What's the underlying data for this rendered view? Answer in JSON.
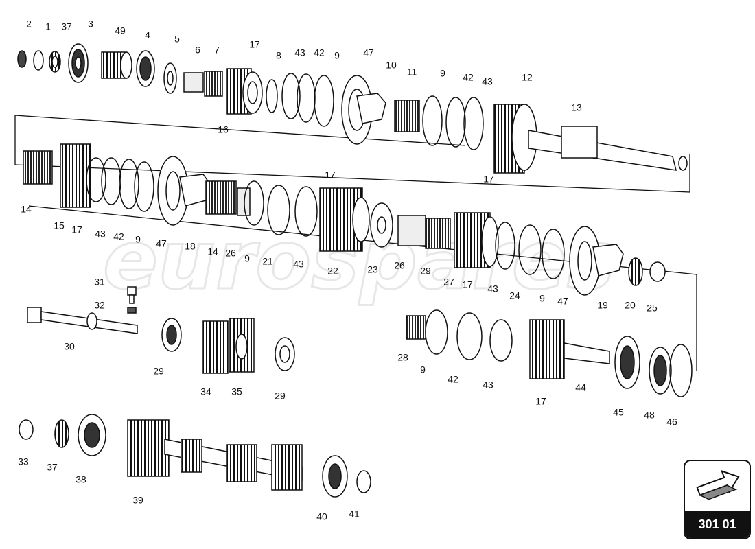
{
  "diagram": {
    "watermark": "eurospares",
    "reference": "301 01",
    "callouts": [
      "2",
      "1",
      "37",
      "3",
      "49",
      "4",
      "5",
      "6",
      "7",
      "17",
      "8",
      "43",
      "42",
      "9",
      "47",
      "10",
      "11",
      "9",
      "42",
      "43",
      "12",
      "13",
      "16",
      "17",
      "14",
      "15",
      "17",
      "43",
      "42",
      "9",
      "47",
      "18",
      "14",
      "26",
      "9",
      "21",
      "43",
      "17",
      "22",
      "23",
      "26",
      "29",
      "27",
      "17",
      "43",
      "24",
      "9",
      "47",
      "19",
      "20",
      "25",
      "31",
      "32",
      "30",
      "29",
      "34",
      "35",
      "29",
      "28",
      "9",
      "42",
      "43",
      "17",
      "44",
      "45",
      "48",
      "46",
      "33",
      "37",
      "38",
      "39",
      "40",
      "41"
    ]
  }
}
